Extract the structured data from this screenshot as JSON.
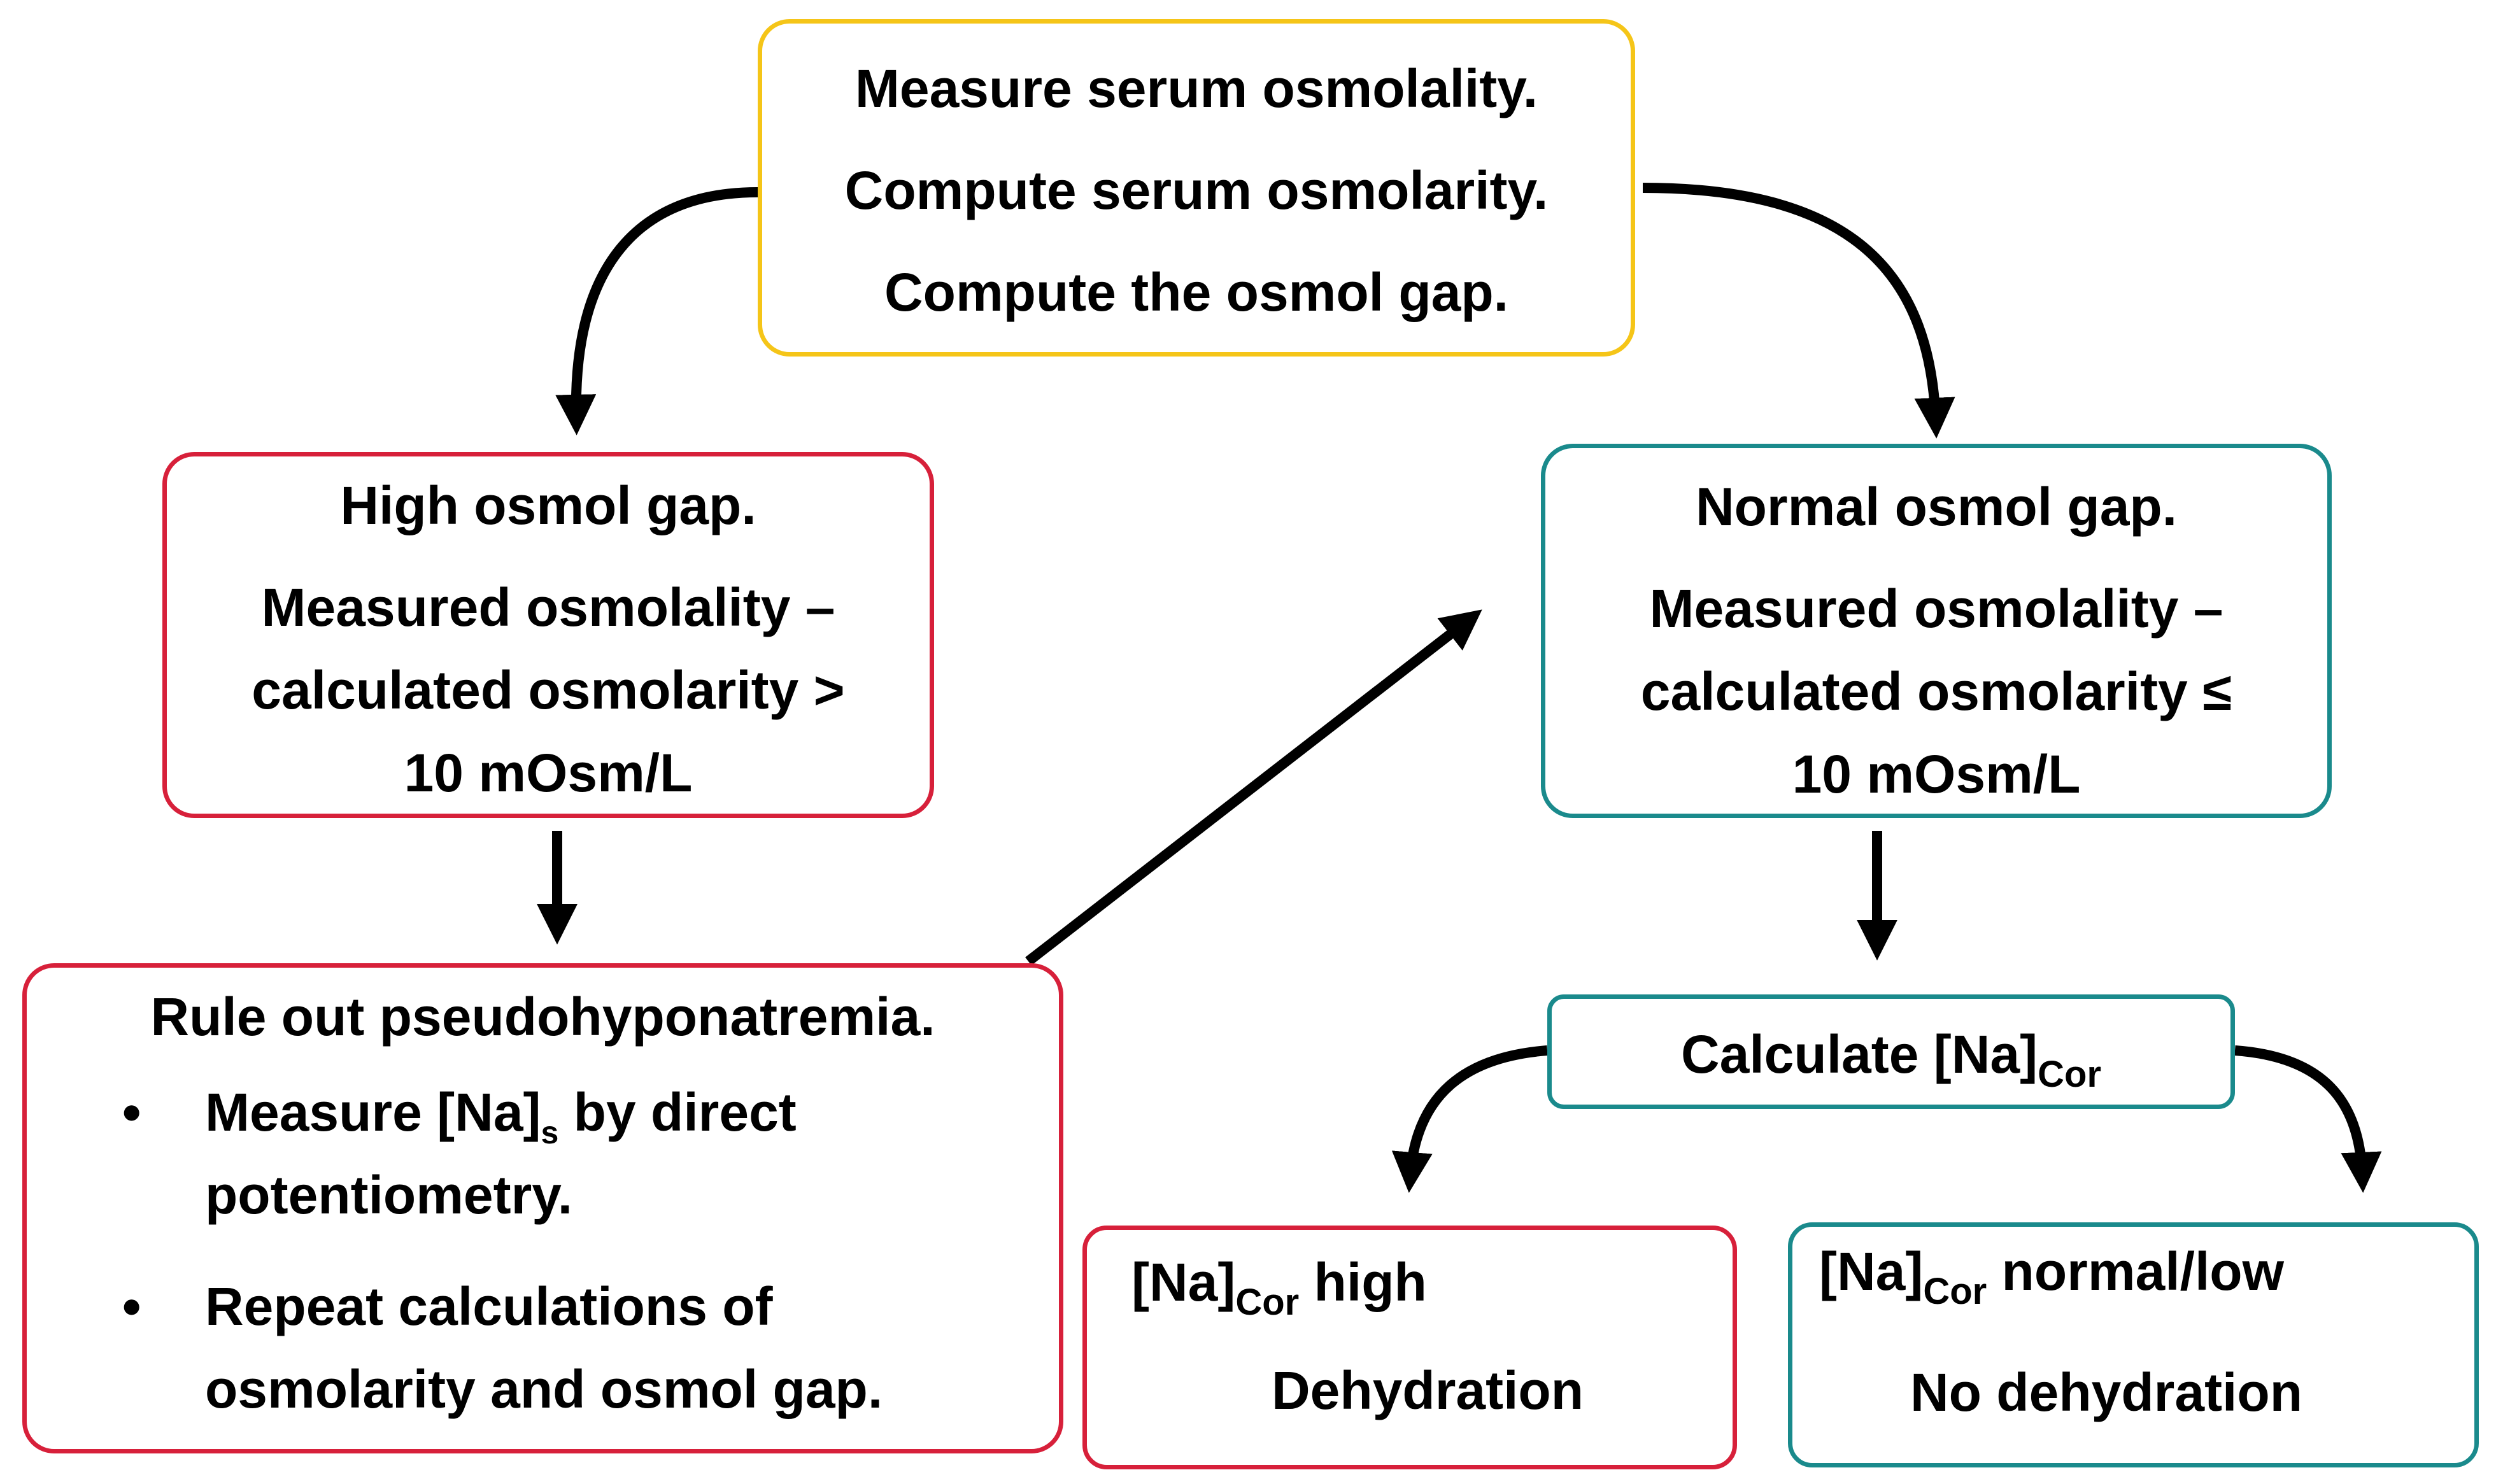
{
  "colors": {
    "start_border": "#F5C518",
    "high_border": "#D7203A",
    "normal_border": "#1A8A8C",
    "arrow": "#000000"
  },
  "start": {
    "line1": "Measure serum osmolality.",
    "line2": "Compute serum osmolarity.",
    "line3": "Compute the osmol gap."
  },
  "high_gap": {
    "title": "High osmol gap.",
    "line1": "Measured osmolality –",
    "line2": "calculated osmolarity >",
    "line3": "10 mOsm/L"
  },
  "normal_gap": {
    "title": "Normal osmol gap.",
    "line1": "Measured osmolality –",
    "line2": "calculated osmolarity ≤",
    "line3": "10 mOsm/L"
  },
  "rule_out": {
    "title": "Rule out pseudohyponatremia.",
    "bullet_symbol": "•",
    "bullet1_prefix": "Measure [Na]",
    "bullet1_sub": "s",
    "bullet1_suffix": " by direct",
    "bullet1_line2": "potentiometry.",
    "bullet2_line1": "Repeat calculations of",
    "bullet2_line2": "osmolarity and osmol gap."
  },
  "calculate": {
    "prefix": "Calculate [Na]",
    "sub": "Cor"
  },
  "na_high": {
    "prefix": "[Na]",
    "sub": "Cor",
    "suffix": " high",
    "line2": "Dehydration"
  },
  "na_normal": {
    "prefix": "[Na]",
    "sub": "Cor",
    "suffix": " normal/low",
    "line2": "No dehydration"
  }
}
